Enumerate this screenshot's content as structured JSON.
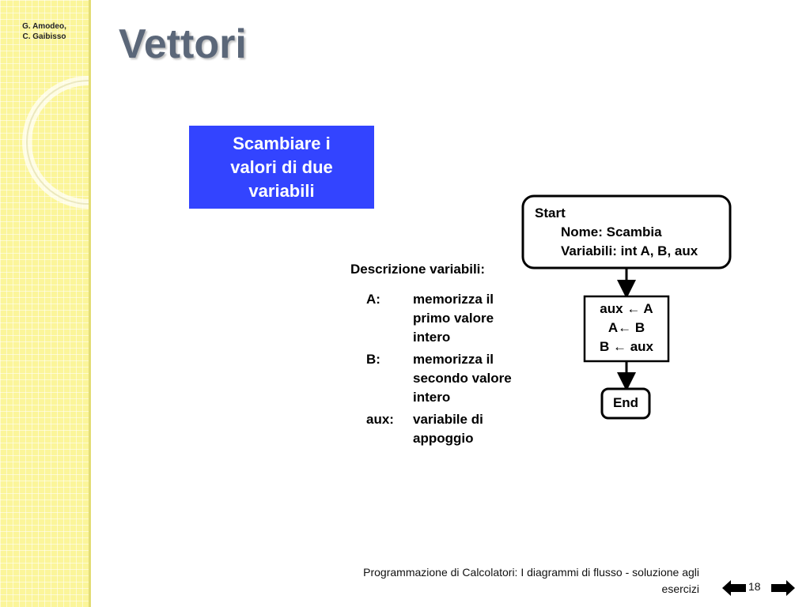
{
  "authors": [
    "G. Amodeo,",
    "C. Gaibisso"
  ],
  "title": "Vettori",
  "highlight": [
    "Scambiare i",
    "valori di due",
    "variabili"
  ],
  "flowchart": {
    "start": {
      "label": "Start",
      "name": "Nome: Scambia",
      "variables": "Variabili:  int A, B, aux"
    },
    "process": [
      "aux ← A",
      "A← B",
      "B ← aux"
    ],
    "end": "End"
  },
  "variables": {
    "title": "Descrizione variabili:",
    "items": [
      {
        "name": "A:",
        "lines": [
          "memorizza il",
          "primo valore",
          "intero"
        ]
      },
      {
        "name": "B:",
        "lines": [
          "memorizza il",
          "secondo valore",
          "intero"
        ]
      },
      {
        "name": "aux:",
        "lines": [
          "variabile di",
          "appoggio"
        ]
      }
    ]
  },
  "footer": {
    "text_line1": "Programmazione di Calcolatori: I diagrammi di flusso - soluzione agli",
    "text_line2": "esercizi",
    "page": "18"
  },
  "colors": {
    "sidebar": "#fbf59a",
    "title": "#5b6779",
    "highlight_box": "#3344ff"
  }
}
